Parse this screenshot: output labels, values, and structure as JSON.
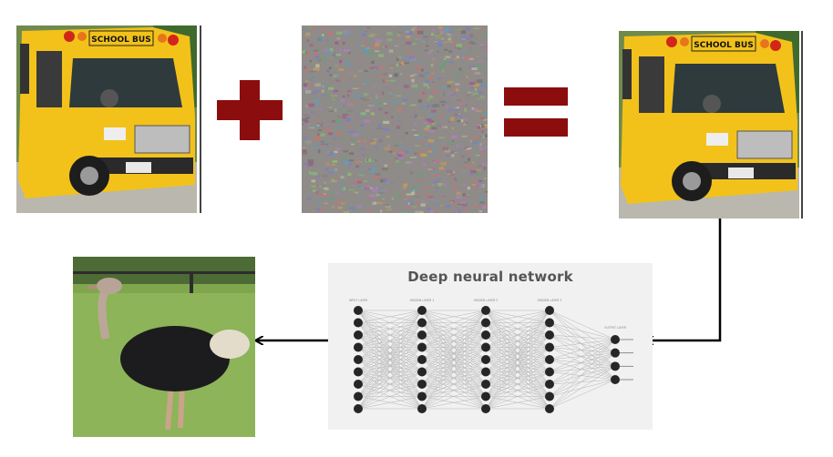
{
  "top_row": {
    "clean_image": {
      "sign_text": "SCHOOL BUS"
    },
    "plus_sign": {
      "color": "#8b0d0d"
    },
    "noise_image": {},
    "equals_sign": {
      "color": "#8b0d0d"
    },
    "adversarial_image": {
      "sign_text": "SCHOOL BUS"
    }
  },
  "network_panel": {
    "title": "Deep neural network",
    "layer_labels": [
      "INPUT LAYER",
      "HIDDEN LAYER 1",
      "HIDDEN LAYER 2",
      "HIDDEN LAYER 3",
      "OUTPUT LAYER"
    ],
    "node_counts": [
      9,
      9,
      9,
      9,
      4
    ]
  },
  "prediction_image": {},
  "colors": {
    "symbol_red": "#8b0d0d",
    "arrow": "#000000",
    "bus_yellow": "#f2c21b"
  }
}
